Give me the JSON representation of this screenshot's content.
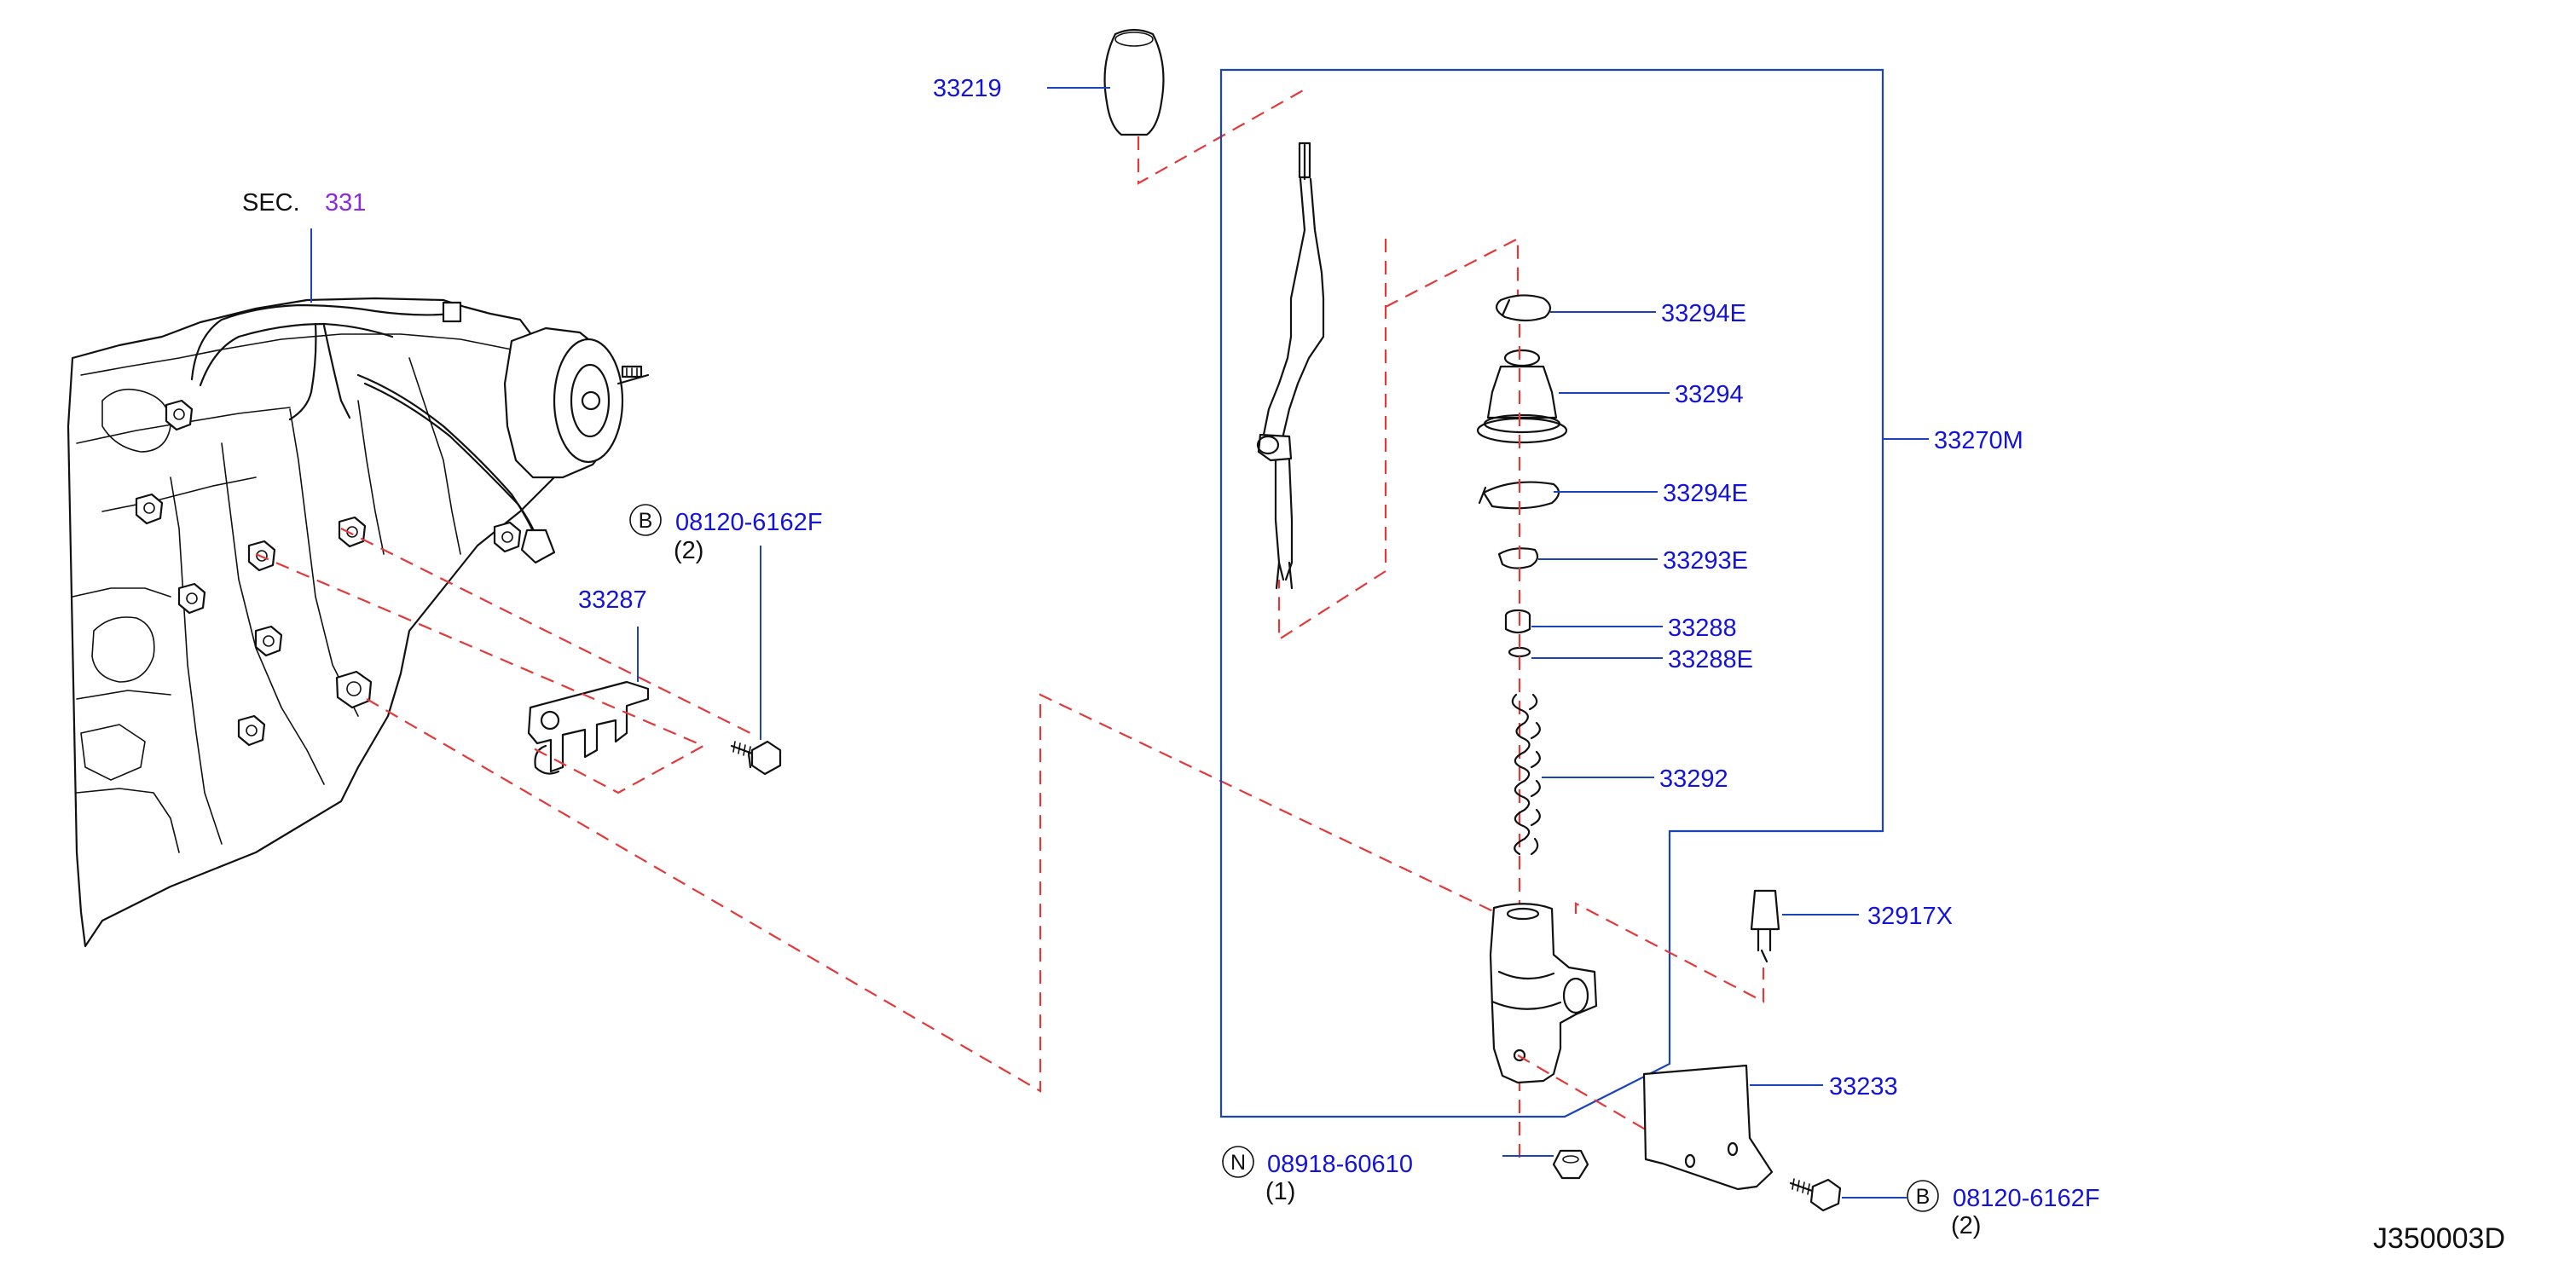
{
  "diagram_code": "J350003D",
  "section": {
    "prefix": "SEC.",
    "number": "331"
  },
  "parts": {
    "knob": "33219",
    "lever_assembly": "33270M",
    "snap_ring_upper": "33294E",
    "bushing": "33294",
    "snap_ring_lower": "33294E",
    "washer": "33293E",
    "seat": "33288",
    "ring": "33288E",
    "spring": "33292",
    "plug": "32917X",
    "bracket": "33233",
    "support": "33287",
    "bolt_left": {
      "mark": "B",
      "number": "08120-6162F",
      "qty": "(2)"
    },
    "bolt_right": {
      "mark": "B",
      "number": "08120-6162F",
      "qty": "(2)"
    },
    "nut": {
      "mark": "N",
      "number": "08918-60610",
      "qty": "(1)"
    }
  },
  "colors": {
    "label": "#1414d8",
    "section_number": "#8a2be2",
    "leader": "#1a44b8",
    "dashed_guide": "#e23a3a",
    "linework": "#111111"
  }
}
